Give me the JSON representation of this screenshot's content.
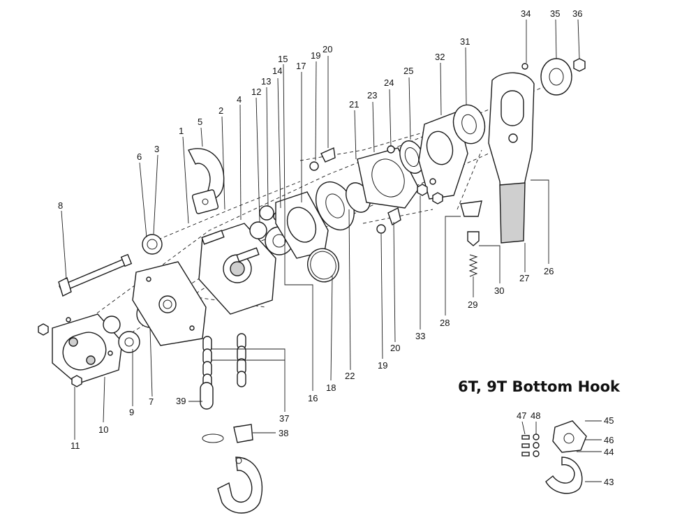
{
  "inset_title": "6T, 9T Bottom Hook",
  "callouts": [
    "1",
    "2",
    "3",
    "4",
    "5",
    "6",
    "7",
    "8",
    "9",
    "10",
    "11",
    "12",
    "13",
    "14",
    "15",
    "16",
    "17",
    "18",
    "19",
    "20",
    "21",
    "22",
    "23",
    "24",
    "25",
    "26",
    "27",
    "28",
    "29",
    "30",
    "31",
    "32",
    "33",
    "34",
    "35",
    "36",
    "37",
    "38",
    "39",
    "43",
    "44",
    "45",
    "46",
    "47",
    "48"
  ],
  "callouts_repeat": [
    "19",
    "20"
  ],
  "line_color": "#1a1a1a",
  "background_color": "#ffffff"
}
